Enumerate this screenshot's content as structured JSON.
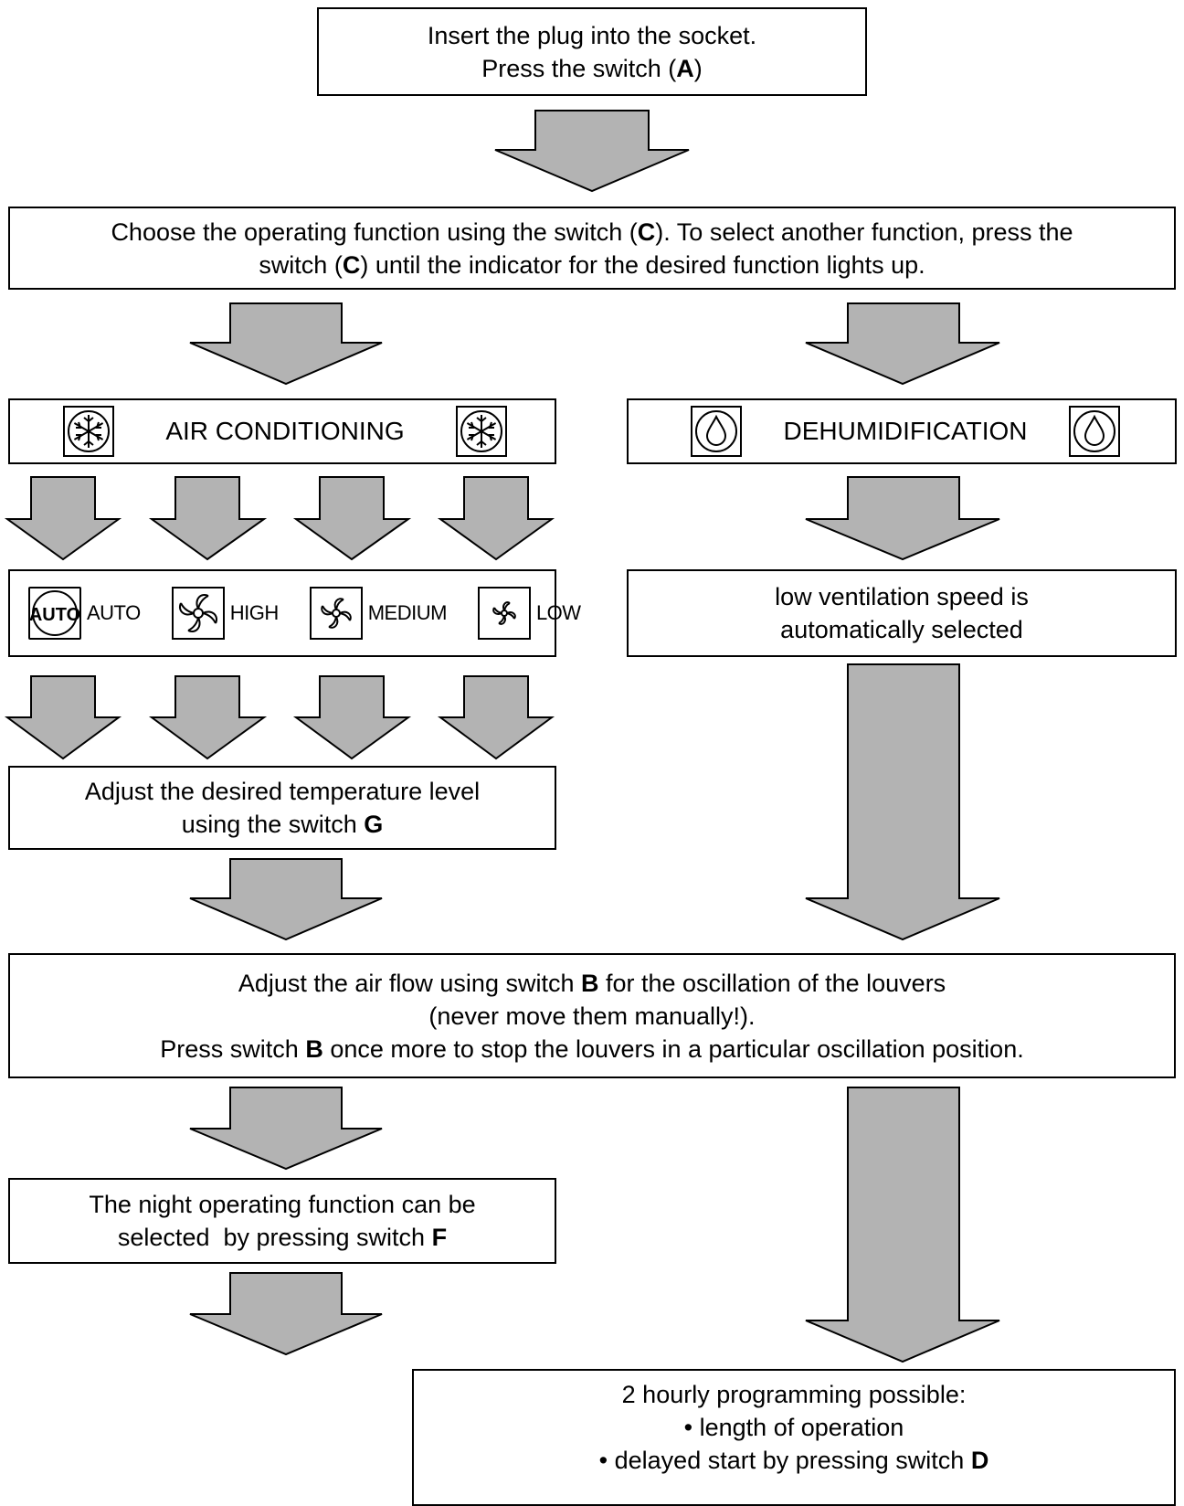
{
  "steps": {
    "start": {
      "line1": "Insert the plug into the socket.",
      "line2_pre": "Press the switch (",
      "line2_key": "A",
      "line2_post": ")"
    },
    "choose": {
      "line1_pre": "Choose the operating function using the switch (",
      "line1_key": "C",
      "line1_post": "). To select  another function, press the",
      "line2_pre": "switch (",
      "line2_key": "C",
      "line2_post": ") until the indicator for the desired function lights up."
    },
    "air_conditioning": {
      "label": "AIR CONDITIONING",
      "icon": "snowflake-icon"
    },
    "dehumidification": {
      "label": "DEHUMIDIFICATION",
      "icon": "water-drop-icon"
    },
    "fan_modes": [
      {
        "label": "AUTO",
        "icon": "auto-icon",
        "icon_text": "AUTO"
      },
      {
        "label": "HIGH",
        "icon": "fan-high-icon"
      },
      {
        "label": "MEDIUM",
        "icon": "fan-medium-icon"
      },
      {
        "label": "LOW",
        "icon": "fan-low-icon"
      }
    ],
    "low_speed": {
      "line1": "low ventilation speed is",
      "line2": "automatically selected"
    },
    "temperature": {
      "line1": "Adjust the desired temperature level",
      "line2_pre": "using the switch ",
      "line2_key": "G"
    },
    "air_flow": {
      "line1_pre": "Adjust the air flow using switch ",
      "line1_key": "B",
      "line1_post": " for the oscillation of the louvers",
      "line2": "(never move them manually!).",
      "line3_pre": "Press switch ",
      "line3_key": "B",
      "line3_post": " once more to stop the louvers in a particular oscillation position."
    },
    "night": {
      "line1": "The night operating function can be",
      "line2_pre": "selected  by pressing switch ",
      "line2_key": "F"
    },
    "programming": {
      "line1": "2 hourly programming possible:",
      "line2": "• length of operation",
      "line3_pre": "• delayed start by pressing switch ",
      "line3_key": "D"
    }
  },
  "colors": {
    "arrow_fill": "#b3b3b3",
    "border": "#000000",
    "background": "#ffffff"
  }
}
